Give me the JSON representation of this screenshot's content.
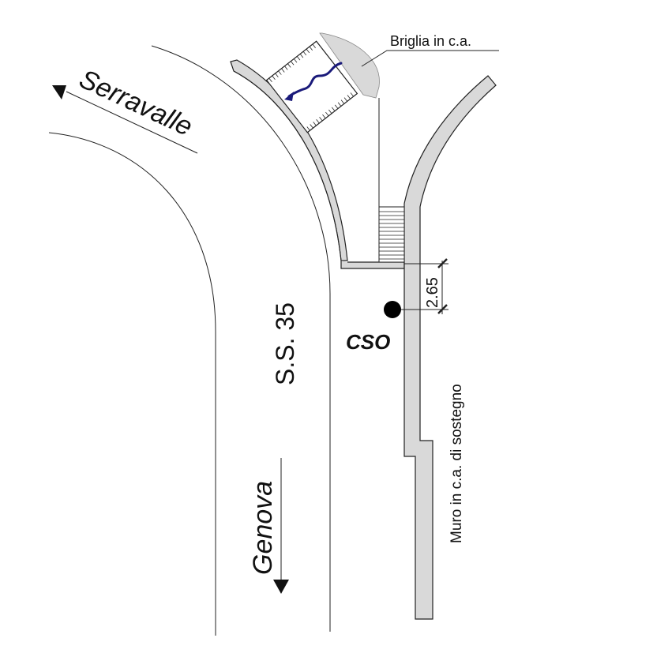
{
  "labels": {
    "briglia": "Briglia in c.a.",
    "serravalle": "Serravalle",
    "road": "S.S. 35",
    "genova": "Genova",
    "cso": "CSO",
    "muro": "Muro in c.a. di sostegno",
    "dimension": "2.65"
  },
  "colors": {
    "wall_fill": "#d9d9d9",
    "line": "#222222",
    "flow_arrow": "#1a1a7a",
    "point": "#000000"
  },
  "icons": {
    "serravalle_arrow": "triangle-left-icon",
    "genova_arrow": "triangle-down-icon",
    "flow": "wavy-arrow-icon"
  }
}
